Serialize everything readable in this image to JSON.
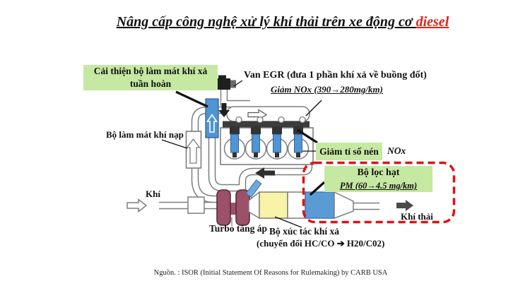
{
  "title": {
    "main": "Nâng cấp công nghệ xử lý khí thải trên xe động cơ ",
    "highlight": "diesel"
  },
  "callouts": {
    "egr_cooler_box": {
      "line1": "Cải thiện bộ làm mát khí xả",
      "line2": "tuần hoàn"
    },
    "egr_valve": "Van EGR (đưa 1 phần khí xả về buồng đốt)",
    "nox_reduction": "Giảm NOx (390→280mg/km)",
    "intake_cooler": "Bộ làm mát khí nạp",
    "compression_box": "Giảm tỉ số nén",
    "nox": "NOx",
    "particulate_box": {
      "line1": "Bộ lọc hạt",
      "line2": "PM  (60→4.5 mg/km)"
    },
    "air_in": "Khí",
    "turbo": "Turbo tăng áp",
    "catalyst_line1": "Bộ xúc tác khí xả",
    "catalyst_line2": "(chuyển đổi HC/CO ➔ H20/C02)",
    "exhaust_out": "Khí thải"
  },
  "source": "Nguồn. : ISOR (Initial Statement Of Reasons for Rulemaking) by CARB USA",
  "colors": {
    "green_box": "#c5e8a2",
    "component_blue": "#4f94d4",
    "dpf_blue": "#5b9bd5",
    "catalyst_yellow": "#f8f3a6",
    "turbo_maroon": "#9b5168",
    "dashed_red": "#e01212",
    "title_red": "#e02418"
  }
}
